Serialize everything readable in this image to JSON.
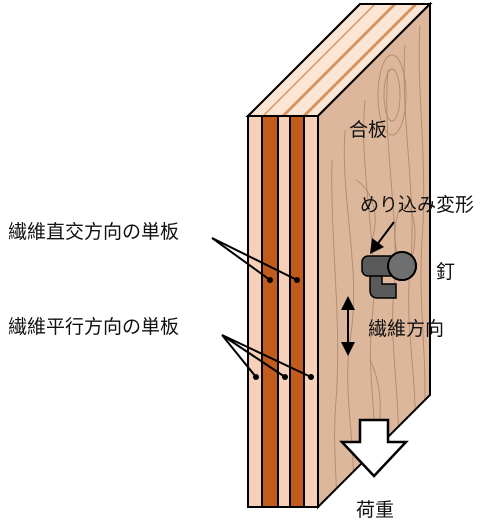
{
  "labels": {
    "plywood": "合板",
    "embedment_deformation": "めり込み変形",
    "perpendicular_veneer": "繊維直交方向の単板",
    "parallel_veneer": "繊維平行方向の単板",
    "nail": "釘",
    "grain_direction": "繊維方向",
    "load": "荷重"
  },
  "colors": {
    "face": "#dcb79c",
    "veneer_light": "#f6d0b8",
    "veneer_dark": "#c25c1c",
    "top_light": "#fbe6d6",
    "top_dark": "#d8925c",
    "nail": "#5a5a5a",
    "outline": "#000000"
  },
  "icons": {
    "nail": "nail-icon",
    "double_arrow": "double-arrow-icon",
    "load_arrow": "hollow-down-arrow-icon"
  }
}
